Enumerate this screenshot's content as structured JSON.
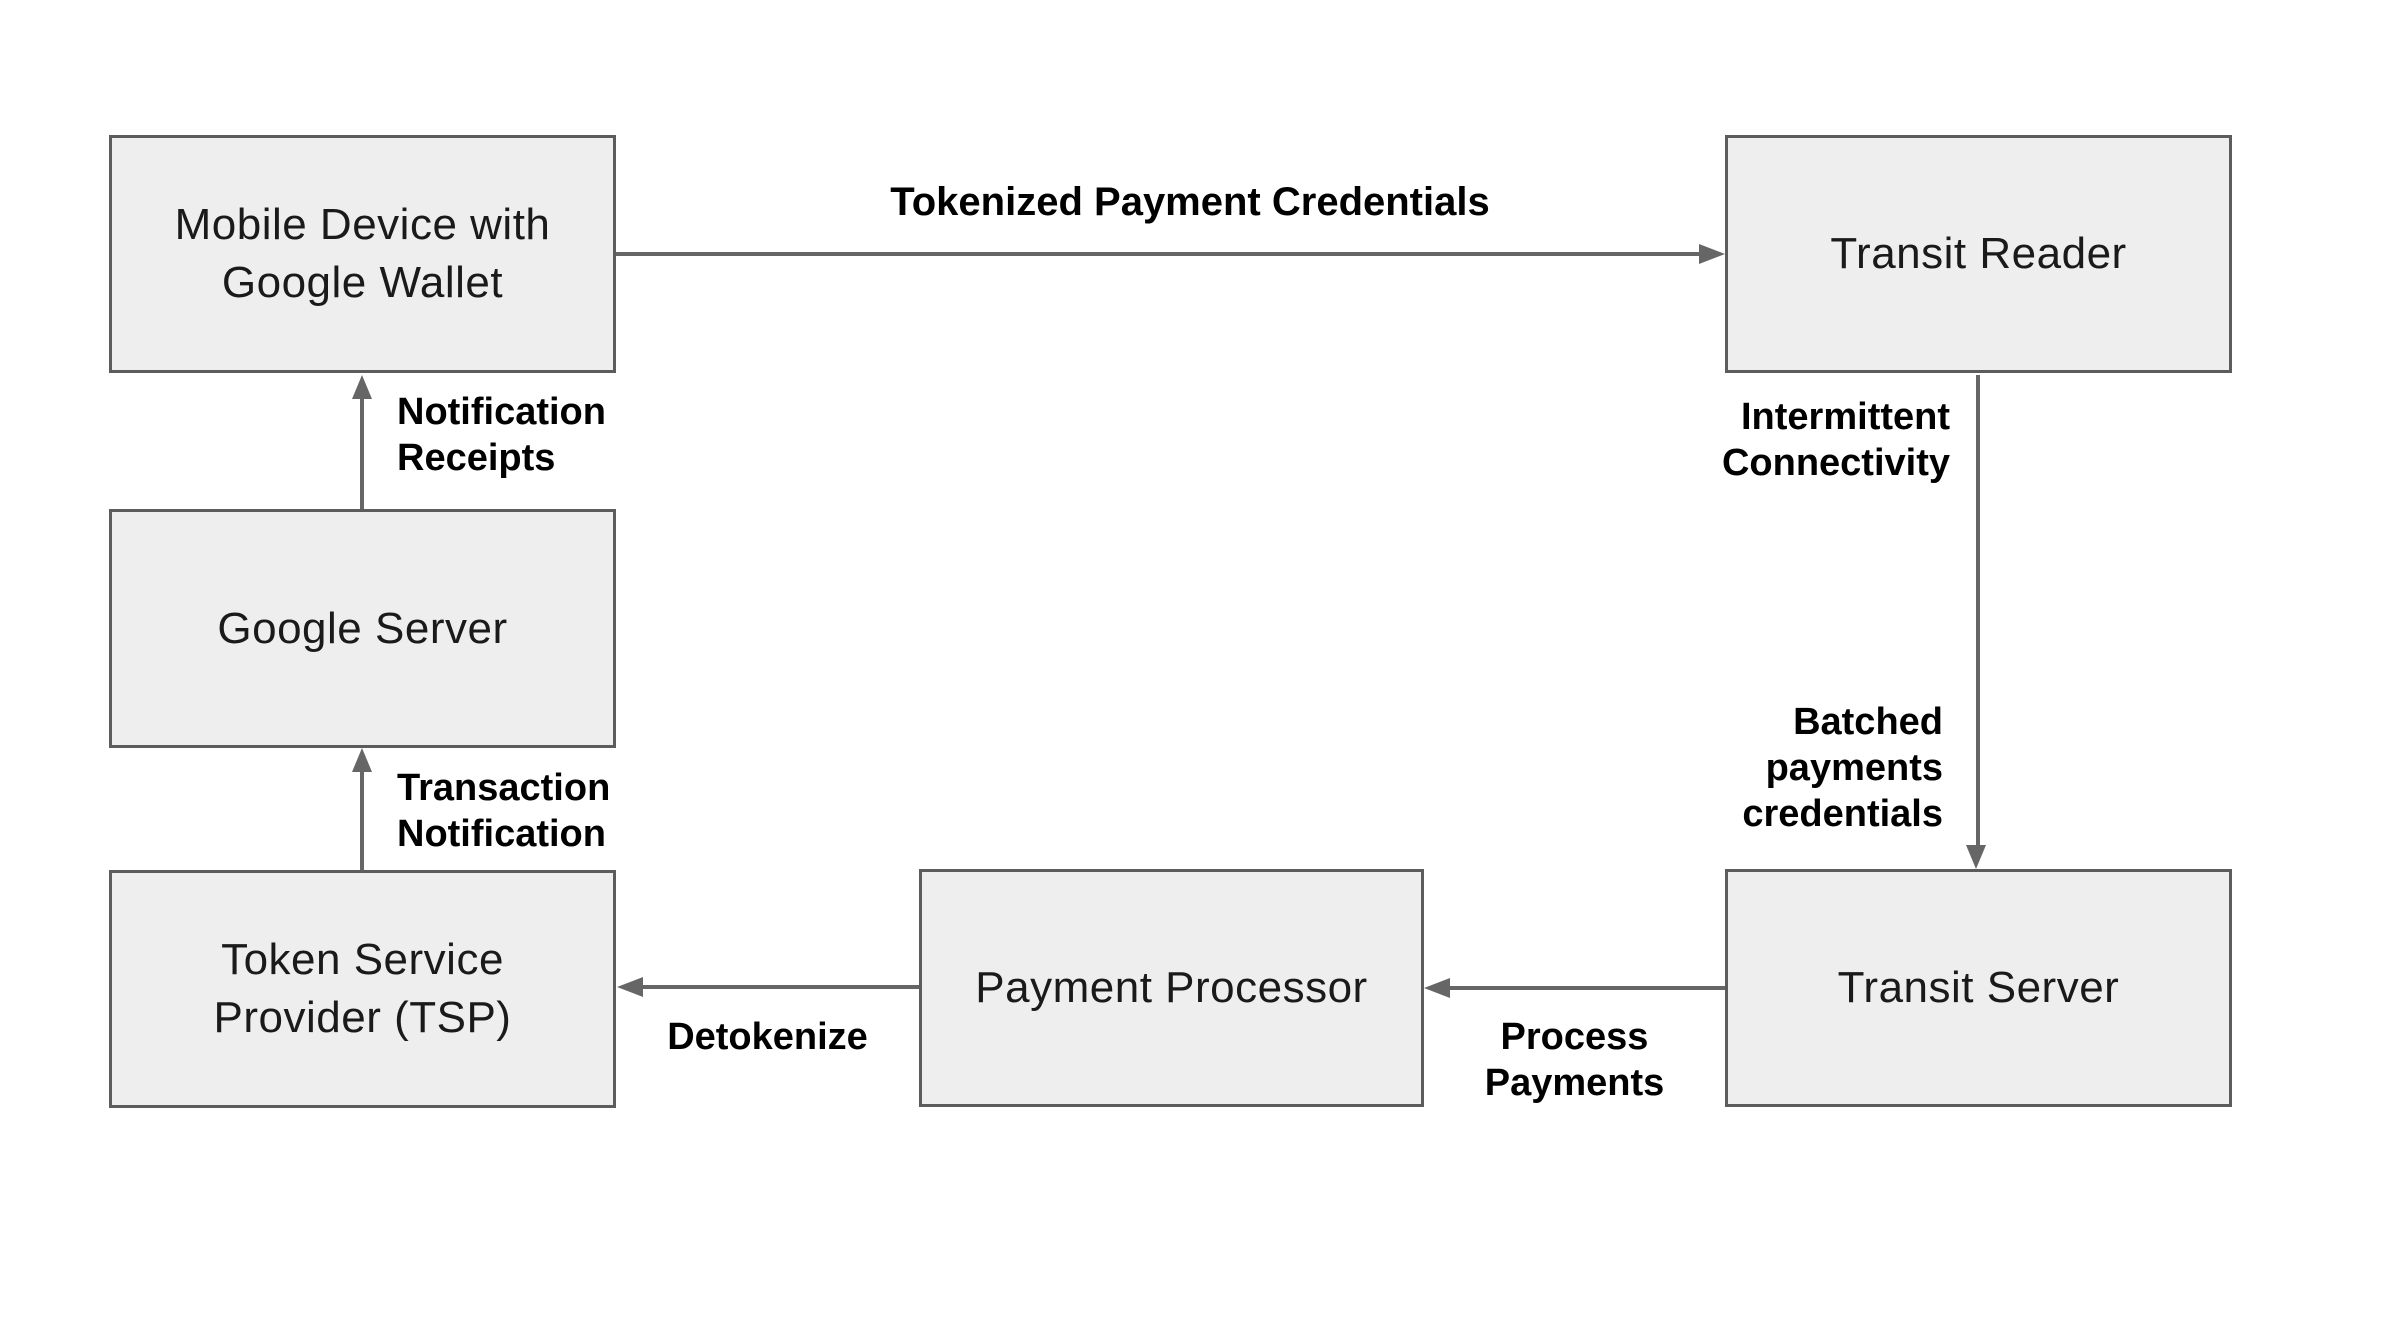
{
  "colors": {
    "background": "#ffffff",
    "box_fill": "#eeeeee",
    "box_border": "#5c5c5c",
    "arrow": "#666666",
    "box_text": "#1a1a1a",
    "label_text": "#000000"
  },
  "nodes": {
    "mobile_device": {
      "lines": [
        "Mobile Device with",
        "Google Wallet"
      ]
    },
    "transit_reader": {
      "lines": [
        "Transit Reader"
      ]
    },
    "google_server": {
      "lines": [
        "Google Server"
      ]
    },
    "token_service_provider": {
      "lines": [
        "Token Service",
        "Provider (TSP)"
      ]
    },
    "payment_processor": {
      "lines": [
        "Payment Processor"
      ]
    },
    "transit_server": {
      "lines": [
        "Transit Server"
      ]
    }
  },
  "edges": {
    "tokenized_payment_credentials": {
      "label_lines": [
        "Tokenized Payment Credentials"
      ]
    },
    "notification_receipts": {
      "label_lines": [
        "Notification",
        "Receipts"
      ]
    },
    "transaction_notification": {
      "label_lines": [
        "Transaction",
        "Notification"
      ]
    },
    "intermittent_connectivity": {
      "label_lines": [
        "Intermittent",
        "Connectivity"
      ]
    },
    "batched_payments_credentials": {
      "label_lines": [
        "Batched",
        "payments",
        "credentials"
      ]
    },
    "detokenize": {
      "label_lines": [
        "Detokenize"
      ]
    },
    "process_payments": {
      "label_lines": [
        "Process",
        "Payments"
      ]
    }
  }
}
